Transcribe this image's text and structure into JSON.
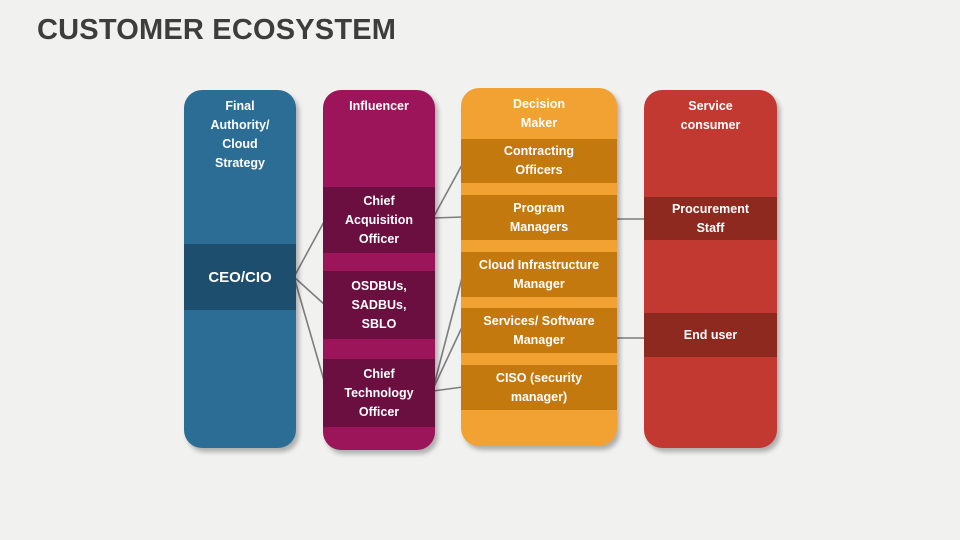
{
  "title": "CUSTOMER ECOSYSTEM",
  "palette": {
    "background": "#f1f1f0",
    "title_color": "#3d3d3d",
    "connector_gray": "#7d7d7d",
    "label_text": "#ffffff",
    "blue_base": "#2b6d94",
    "blue_band": "#1d4e6d",
    "purple_base": "#9c1459",
    "purple_band": "#6a0f40",
    "orange_base": "#f2a233",
    "orange_band": "#c4790f",
    "red_base": "#c23931",
    "red_band": "#8e2920"
  },
  "columns": [
    {
      "header": "Final\nAuthority/\nCloud\nStrategy",
      "items": [
        {
          "label": "CEO/CIO"
        }
      ]
    },
    {
      "header": "Influencer",
      "items": [
        {
          "label": "Chief\nAcquisition\nOfficer"
        },
        {
          "label": "OSDBUs,\nSADBUs,\nSBLO"
        },
        {
          "label": "Chief\nTechnology\nOfficer"
        }
      ]
    },
    {
      "header": "Decision\nMaker",
      "items": [
        {
          "label": "Contracting\nOfficers"
        },
        {
          "label": "Program\nManagers"
        },
        {
          "label": "Cloud Infrastructure\nManager"
        },
        {
          "label": "Services/ Software\nManager"
        },
        {
          "label": "CISO (security\nmanager)"
        }
      ]
    },
    {
      "header": "Service\nconsumer",
      "items": [
        {
          "label": "Procurement\nStaff"
        },
        {
          "label": "End user"
        }
      ]
    }
  ],
  "connections": [
    {
      "from": "CEO/CIO",
      "to": "Chief Acquisition Officer"
    },
    {
      "from": "CEO/CIO",
      "to": "OSDBUs, SADBUs, SBLO"
    },
    {
      "from": "CEO/CIO",
      "to": "Chief Technology Officer"
    },
    {
      "from": "Chief Acquisition Officer",
      "to": "Contracting Officers"
    },
    {
      "from": "Chief Acquisition Officer",
      "to": "Program Managers"
    },
    {
      "from": "Chief Technology Officer",
      "to": "Cloud Infrastructure Manager"
    },
    {
      "from": "Chief Technology Officer",
      "to": "Services/ Software Manager"
    },
    {
      "from": "Chief Technology Officer",
      "to": "CISO (security manager)"
    },
    {
      "from": "Program Managers",
      "to": "Procurement Staff"
    },
    {
      "from": "Services/ Software Manager",
      "to": "End user"
    }
  ]
}
